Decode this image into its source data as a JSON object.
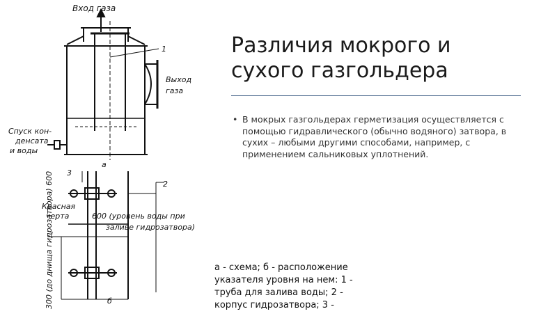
{
  "title": {
    "line1": "Различия мокрого и",
    "line2": "сухого газгольдера"
  },
  "bullets": [
    {
      "symbol": "•",
      "text": "В мокрых газгольдерах герметизация осуществляется с помощью гидравлического (обычно водяного) затвора, в сухих – любыми другими способами, например, с применением сальниковых уплотнений."
    }
  ],
  "caption": {
    "lines": [
      "а - схема; б - расположение",
      "указателя уровня на нем: 1 -",
      "труба для залива воды; 2 -",
      "корпус гидрозатвора; 3 -"
    ]
  },
  "drawing_labels": {
    "gas_inlet": "Вход газа",
    "gas_outlet_1": "Выход",
    "gas_outlet_2": "газа",
    "drain_1": "Спуск кон-",
    "drain_2": "денсата",
    "drain_3": "и воды",
    "label_1": "1",
    "label_2": "2",
    "label_3": "3",
    "fig_a": "а",
    "fig_b": "б",
    "red_line_1": "Красная",
    "red_line_2": "черта",
    "water_level_1": "600 (уровень воды при",
    "water_level_2": "заливе гидрозатвора)",
    "bottom_dim": "300 (до днища гидрозатвора) 600"
  }
}
